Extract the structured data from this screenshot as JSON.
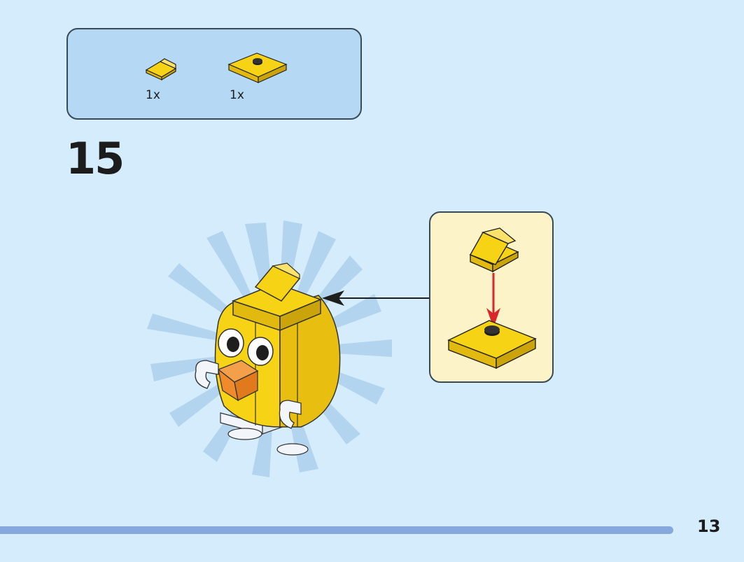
{
  "parts_list": {
    "items": [
      {
        "name": "yellow-slope-1x1",
        "quantity": "1x"
      },
      {
        "name": "yellow-plate-2x2-center-stud",
        "quantity": "1x"
      }
    ]
  },
  "step": {
    "number": "15"
  },
  "page": {
    "number": "13"
  },
  "colors": {
    "background": "#d4ecfb",
    "parts_box": "#b5d8f4",
    "callout": "#fdf3c8",
    "brick_yellow": "#f6d315",
    "beak_orange": "#f08a2a",
    "arrow_red": "#d8262a",
    "footer_bar": "#86a8dc"
  }
}
